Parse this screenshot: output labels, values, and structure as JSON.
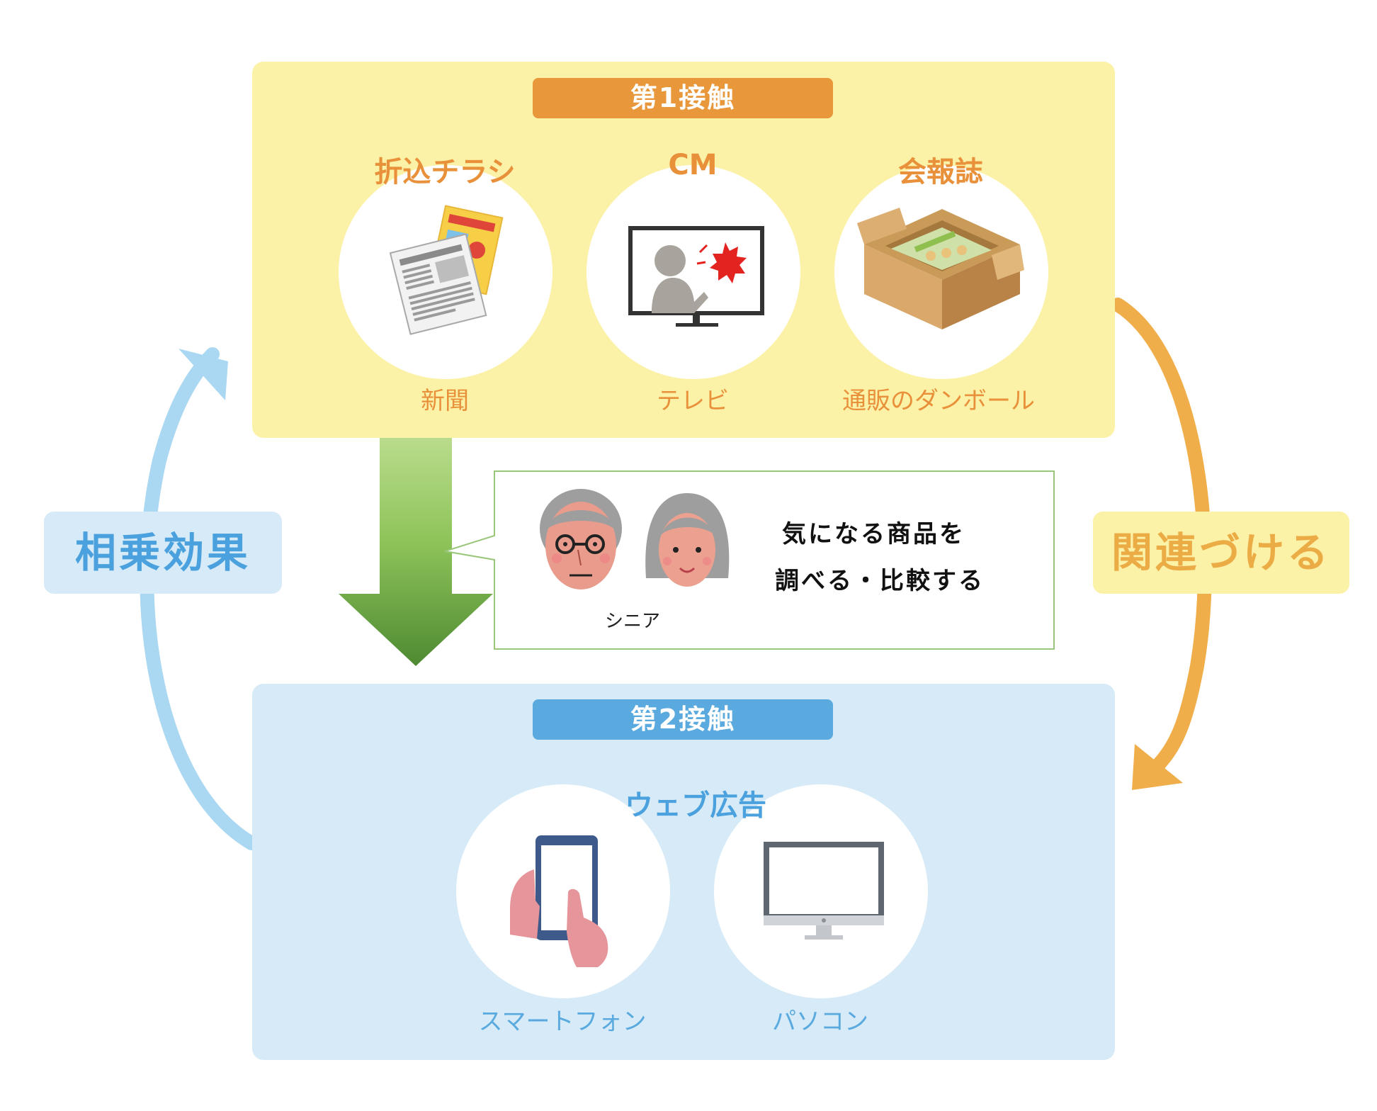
{
  "first_contact": {
    "title": "第1接触",
    "items": [
      {
        "label": "折込チラシ",
        "sub": "新聞",
        "icon": "newspaper-flyer-icon"
      },
      {
        "label": "CM",
        "sub": "テレビ",
        "icon": "tv-commercial-icon"
      },
      {
        "label": "会報誌",
        "sub": "通販のダンボール",
        "icon": "cardboard-box-icon"
      }
    ]
  },
  "second_contact": {
    "title": "第2接触",
    "label": "ウェブ広告",
    "items": [
      {
        "sub": "スマートフォン",
        "icon": "smartphone-icon"
      },
      {
        "sub": "パソコン",
        "icon": "desktop-computer-icon"
      }
    ]
  },
  "callout": {
    "line1": "気になる商品を",
    "line2": "調べる・比較する",
    "senior_label": "シニア"
  },
  "left_badge": "相乗効果",
  "right_badge": "関連づける",
  "colors": {
    "orange": "#e8973b",
    "blue": "#5aaadf",
    "yellow_bg": "#fbf1a7",
    "blue_bg": "#d6eaf7",
    "green_arrow": "#6fa844"
  }
}
